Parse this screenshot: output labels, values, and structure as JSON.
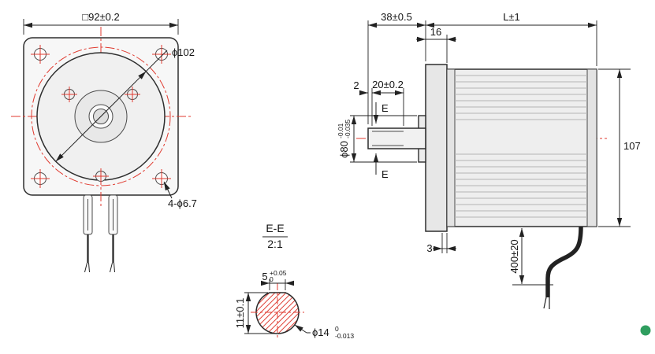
{
  "front_view": {
    "dim_flange": "□92±0.2",
    "dim_body": "ϕ102",
    "dim_holes": "4-ϕ6.7"
  },
  "side_view": {
    "dim_shaft_length": "38±0.5",
    "dim_total_length": "L±1",
    "dim_flange_thickness": "16",
    "dim_flat_offset": "2",
    "dim_flat_length": "20±0.2",
    "section_mark": "E",
    "dim_pilot_value": "ϕ80",
    "dim_pilot_tol_upper": "-0.01",
    "dim_pilot_tol_lower": "-0.035",
    "dim_height": "107",
    "dim_step": "3",
    "dim_cable_length": "400±20"
  },
  "section_view": {
    "title": "E-E",
    "scale": "2:1",
    "dim_flat_value": "5",
    "dim_flat_tol_upper": "+0.05",
    "dim_flat_tol_lower": "0",
    "dim_across_flats": "11±0.1",
    "dim_shaft_value": "ϕ14",
    "dim_shaft_tol_upper": "0",
    "dim_shaft_tol_lower": "-0.013"
  },
  "colors": {
    "centerline": "#e03a2f",
    "line": "#2e2e2e"
  }
}
